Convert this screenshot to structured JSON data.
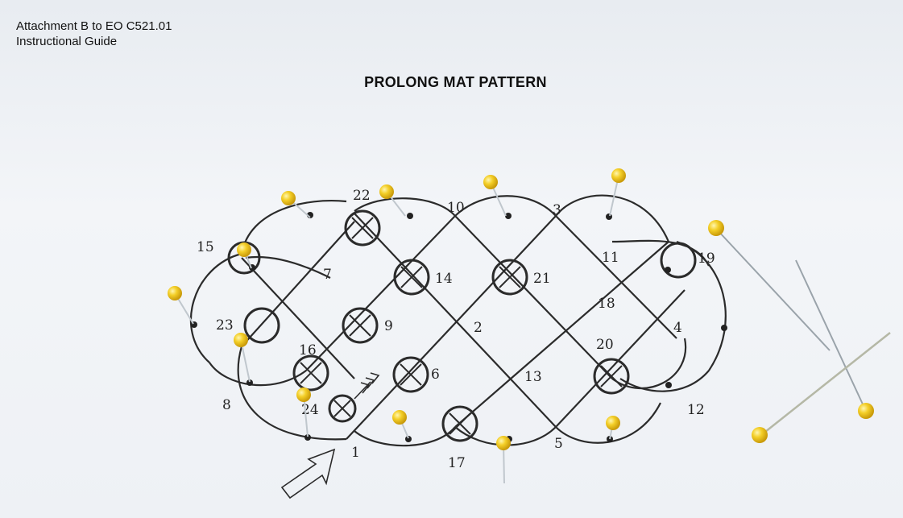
{
  "header": {
    "line1": "Attachment B to EO C521.01",
    "line2": "Instructional Guide"
  },
  "title": "PROLONG MAT PATTERN",
  "numbers": [
    "1",
    "2",
    "3",
    "4",
    "5",
    "6",
    "7",
    "8",
    "9",
    "10",
    "11",
    "12",
    "13",
    "14",
    "15",
    "16",
    "17",
    "18",
    "19",
    "20",
    "21",
    "22",
    "23",
    "24"
  ],
  "colors": {
    "line": "#2b2b2b",
    "pin_head": "#f2c61f",
    "pin_shaft": "#b9c2c9"
  }
}
